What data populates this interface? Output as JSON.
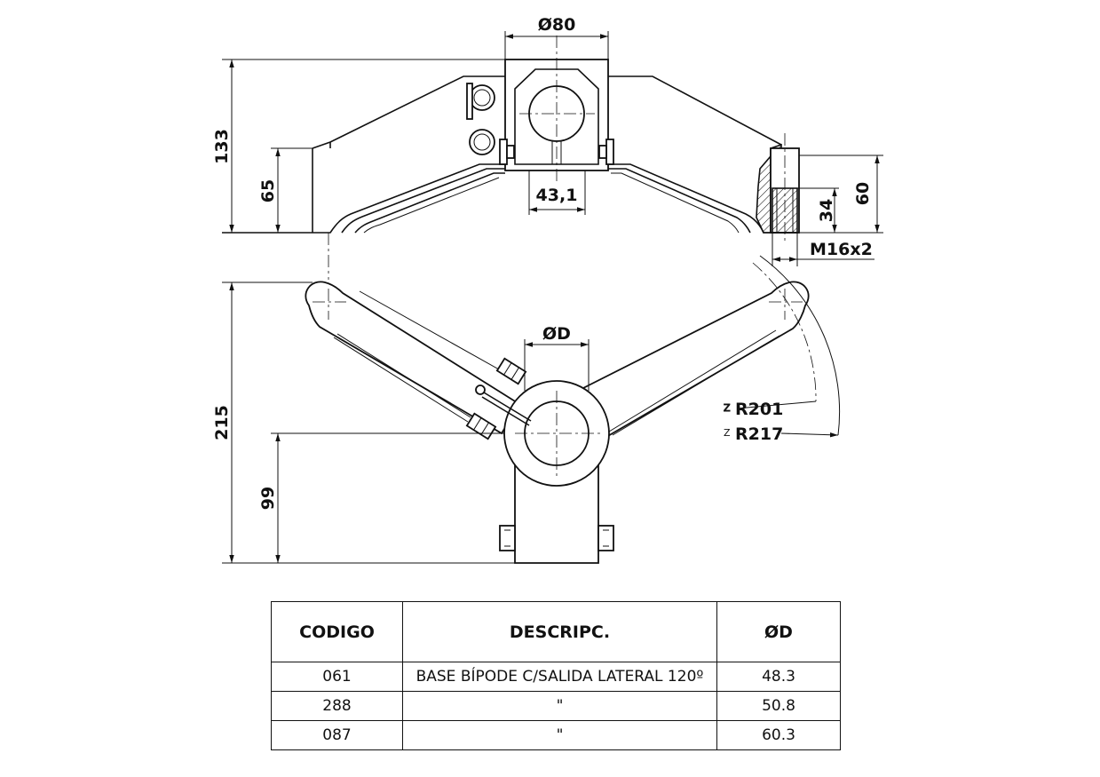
{
  "drawing": {
    "dimensions": {
      "d80": "Ø80",
      "d431": "43,1",
      "h133": "133",
      "h65": "65",
      "h60": "60",
      "h34": "34",
      "thread": "M16x2",
      "dD": "ØD",
      "h215": "215",
      "h99": "99",
      "r201": "R201",
      "r217": "R217"
    }
  },
  "table": {
    "headers": {
      "codigo": "CODIGO",
      "descripcion": "DESCRIPC.",
      "diametro": "ØD"
    },
    "rows": [
      {
        "codigo": "061",
        "descripcion": "BASE BÍPODE C/SALIDA LATERAL 120º",
        "diametro": "48.3"
      },
      {
        "codigo": "288",
        "descripcion": "\"",
        "diametro": "50.8"
      },
      {
        "codigo": "087",
        "descripcion": "\"",
        "diametro": "60.3"
      }
    ]
  }
}
